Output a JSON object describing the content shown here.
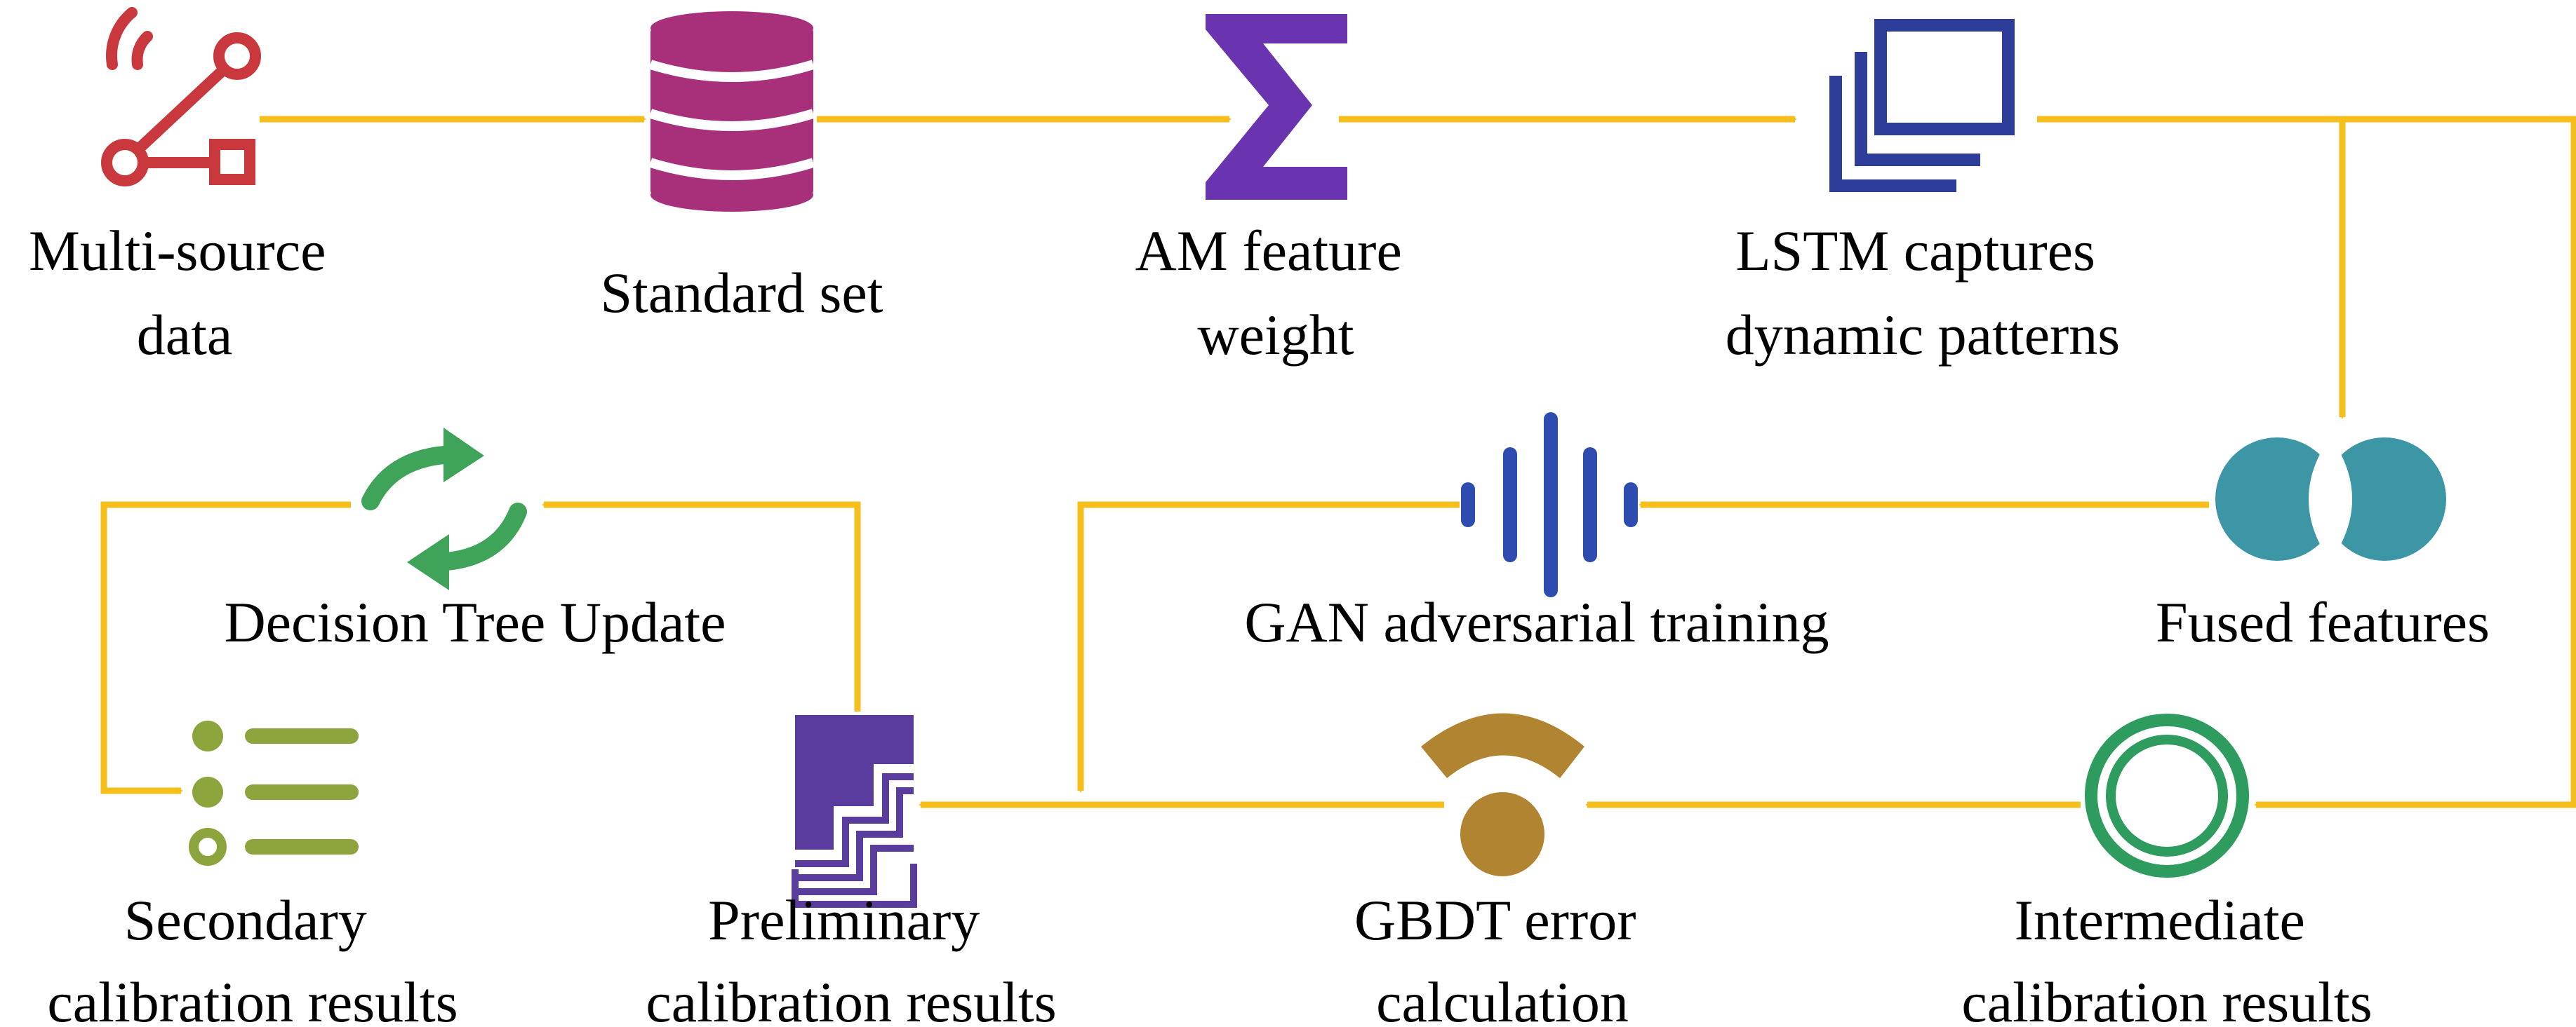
{
  "colors": {
    "arrow": "#F5BE1A",
    "multi_source": "#C8383D",
    "standard_set": "#A8307A",
    "sigma": "#6A33B0",
    "lstm": "#2E3C9A",
    "fused": "#3D96A6",
    "gan": "#2E4CB0",
    "intermediate": "#2E9C5E",
    "gbdt": "#B08430",
    "preliminary": "#5A3B9E",
    "update": "#3FA35A",
    "secondary": "#8DA33C"
  },
  "nodes": {
    "multi_source": {
      "icon": "network-signal-icon",
      "lines": [
        "Multi-source",
        "data"
      ]
    },
    "standard_set": {
      "icon": "database-icon",
      "lines": [
        "Standard set"
      ]
    },
    "am_feature": {
      "icon": "sigma-icon",
      "lines": [
        "AM feature",
        "weight"
      ]
    },
    "lstm": {
      "icon": "stacked-layers-icon",
      "lines": [
        "LSTM captures",
        "dynamic patterns"
      ]
    },
    "fused": {
      "icon": "venn-icon",
      "lines": [
        "Fused features"
      ]
    },
    "gan": {
      "icon": "soundwave-icon",
      "lines": [
        "GAN adversarial training"
      ]
    },
    "intermediate": {
      "icon": "double-ring-icon",
      "lines": [
        "Intermediate",
        "calibration results"
      ]
    },
    "gbdt": {
      "icon": "signal-dot-icon",
      "lines": [
        "GBDT error",
        "calculation"
      ]
    },
    "preliminary": {
      "icon": "staircase-icon",
      "lines": [
        "Preliminary",
        "calibration results"
      ]
    },
    "decision_tree": {
      "icon": "refresh-icon",
      "lines": [
        "Decision Tree Update"
      ]
    },
    "secondary": {
      "icon": "bullet-list-icon",
      "lines": [
        "Secondary",
        "calibration results"
      ]
    }
  }
}
